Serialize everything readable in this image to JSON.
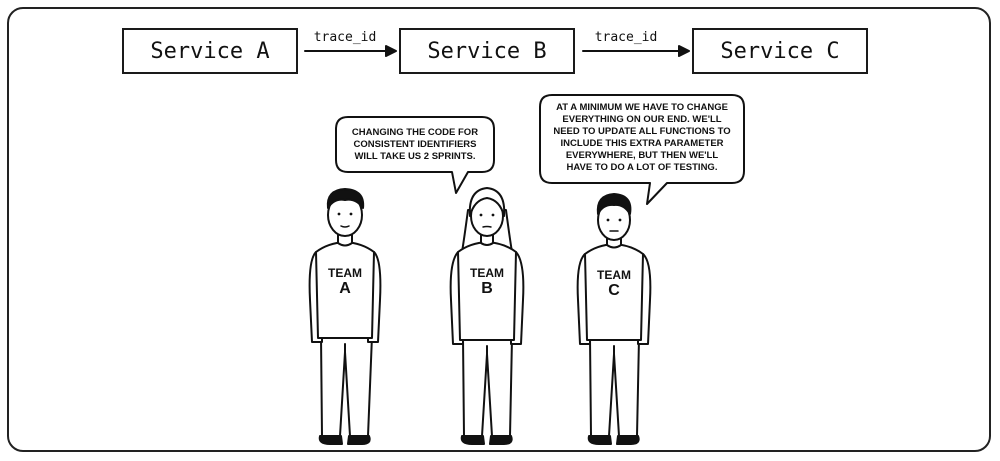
{
  "services": [
    {
      "label": "Service A"
    },
    {
      "label": "Service B"
    },
    {
      "label": "Service C"
    }
  ],
  "arrows": [
    {
      "label": "trace_id"
    },
    {
      "label": "trace_id"
    }
  ],
  "bubbles": {
    "team_b": "CHANGING THE CODE FOR\nCONSISTENT IDENTIFIERS\nWILL TAKE US 2 SPRINTS.",
    "team_c": "AT A MINIMUM WE HAVE TO CHANGE\nEVERYTHING ON OUR END. WE'LL\nNEED TO UPDATE ALL FUNCTIONS TO\nINCLUDE THIS EXTRA PARAMETER\nEVERYWHERE, BUT THEN WE'LL\nHAVE TO DO A LOT OF TESTING."
  },
  "teams": [
    {
      "word": "TEAM",
      "letter": "A"
    },
    {
      "word": "TEAM",
      "letter": "B"
    },
    {
      "word": "TEAM",
      "letter": "C"
    }
  ]
}
